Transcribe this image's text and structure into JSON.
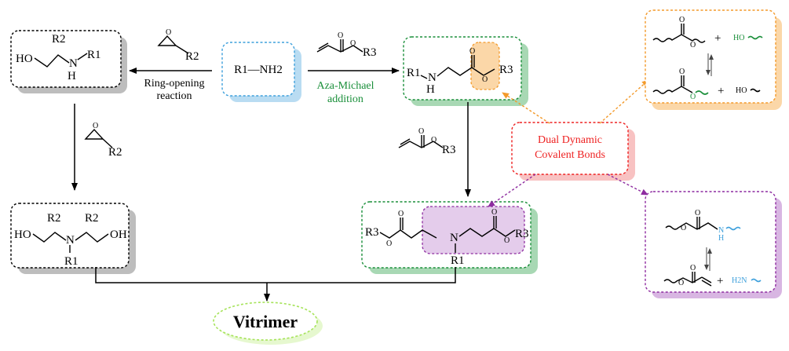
{
  "reagents": {
    "amine": "R1—NH2",
    "epoxide_r": "R2",
    "acrylate_r": "R3"
  },
  "reactions": {
    "ring_opening_line1": "Ring-opening",
    "ring_opening_line2": "reaction",
    "aza_michael_line1": "Aza-Michael",
    "aza_michael_line2": "addition"
  },
  "products": {
    "mono_epoxy_r1": "R1",
    "mono_epoxy_r2": "R2",
    "mono_epoxy_ho": "HO",
    "mono_epoxy_n": "N",
    "mono_epoxy_h": "H",
    "di_epoxy_ho_left": "HO",
    "di_epoxy_oh_right": "OH",
    "di_epoxy_n": "N",
    "di_epoxy_r1": "R1",
    "di_epoxy_r2a": "R2",
    "di_epoxy_r2b": "R2",
    "mono_michael_r1": "R1",
    "mono_michael_n": "N",
    "mono_michael_h": "H",
    "mono_michael_o": "O",
    "mono_michael_r3": "R3",
    "di_michael_r3_left": "R3",
    "di_michael_r3_right": "R3",
    "di_michael_n": "N",
    "di_michael_r1": "R1"
  },
  "callout": {
    "line1": "Dual Dynamic",
    "line2": "Covalent Bonds"
  },
  "exchange": {
    "ho_green": "HO",
    "ho_black": "HO",
    "plus": "+",
    "h2n_blue": "H2N",
    "nh_blue": "N",
    "h_blue": "H"
  },
  "final": {
    "label": "Vitrimer"
  },
  "colors": {
    "blue": "#3ea0dc",
    "green": "#1a8f3a",
    "orange": "#f39a2b",
    "red": "#ee2222",
    "purple": "#8e2ca0",
    "lime": "#a6e35a"
  }
}
